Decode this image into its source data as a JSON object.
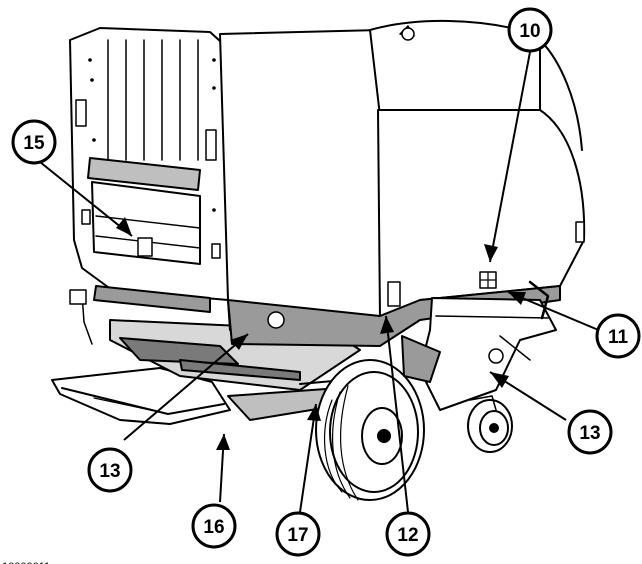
{
  "figure": {
    "figure_id": "10000011",
    "colors": {
      "ink": "#000000",
      "body_fill": "#ffffff",
      "shade": "#9a9a9a"
    },
    "callouts": [
      {
        "id": "c10",
        "label": "10"
      },
      {
        "id": "c11",
        "label": "11"
      },
      {
        "id": "c12",
        "label": "12"
      },
      {
        "id": "c13a",
        "label": "13"
      },
      {
        "id": "c13b",
        "label": "13"
      },
      {
        "id": "c15",
        "label": "15"
      },
      {
        "id": "c16",
        "label": "16"
      },
      {
        "id": "c17",
        "label": "17"
      }
    ]
  }
}
